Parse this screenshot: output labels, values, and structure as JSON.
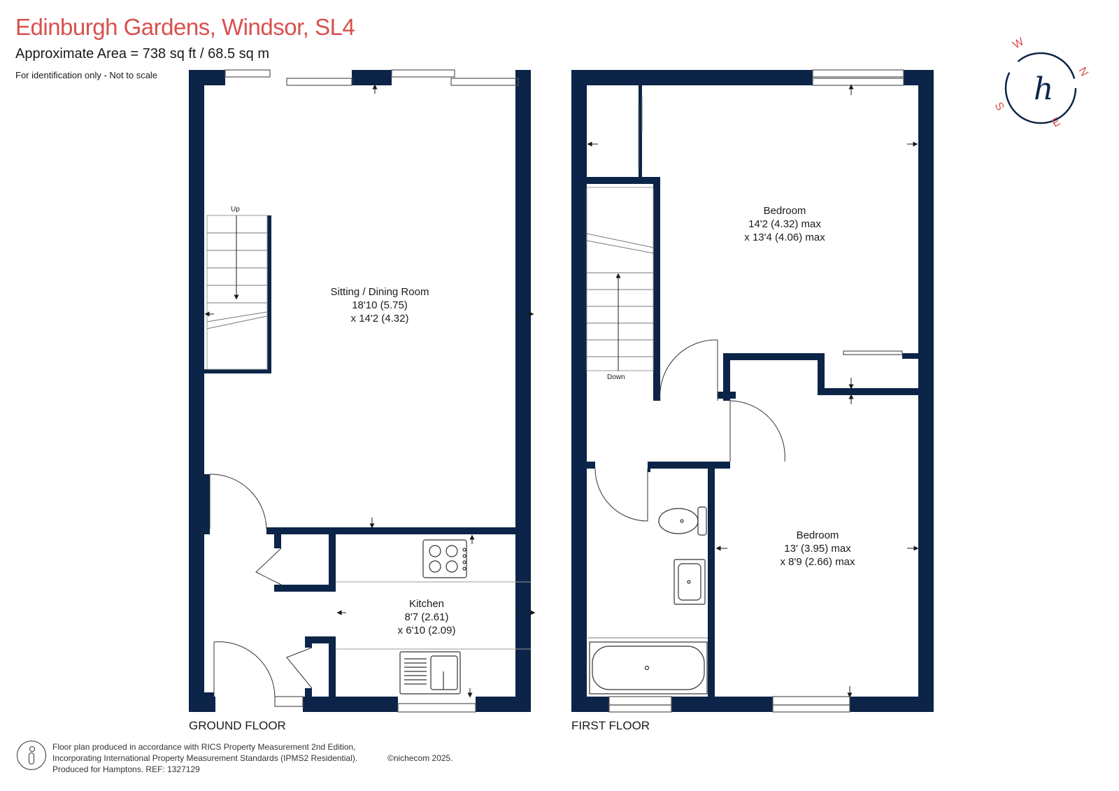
{
  "header": {
    "title": "Edinburgh Gardens, Windsor, SL4",
    "area": "Approximate Area = 738 sq ft / 68.5 sq m",
    "note": "For identification only - Not to scale"
  },
  "compass": {
    "n": "N",
    "e": "E",
    "s": "S",
    "w": "W",
    "logo": "h"
  },
  "ground_floor": {
    "label": "GROUND FLOOR",
    "stairs_label": "Up",
    "sitting": {
      "name": "Sitting / Dining Room",
      "dim1": "18'10 (5.75)",
      "dim2": "x 14'2 (4.32)"
    },
    "kitchen": {
      "name": "Kitchen",
      "dim1": "8'7 (2.61)",
      "dim2": "x 6'10 (2.09)"
    }
  },
  "first_floor": {
    "label": "FIRST FLOOR",
    "stairs_label": "Down",
    "bedroom1": {
      "name": "Bedroom",
      "dim1": "14'2 (4.32) max",
      "dim2": "x 13'4 (4.06) max"
    },
    "bedroom2": {
      "name": "Bedroom",
      "dim1": "13' (3.95) max",
      "dim2": "x 8'9 (2.66) max"
    }
  },
  "footer": {
    "line1": "Floor plan produced in accordance with RICS Property Measurement 2nd Edition,",
    "line2": "Incorporating International Property Measurement Standards (IPMS2 Residential).",
    "line3": "Produced for Hamptons.   REF:  1327129",
    "copyright": "©nichecom 2025."
  },
  "colors": {
    "wall": "#0b2447",
    "accent": "#d9504e"
  }
}
